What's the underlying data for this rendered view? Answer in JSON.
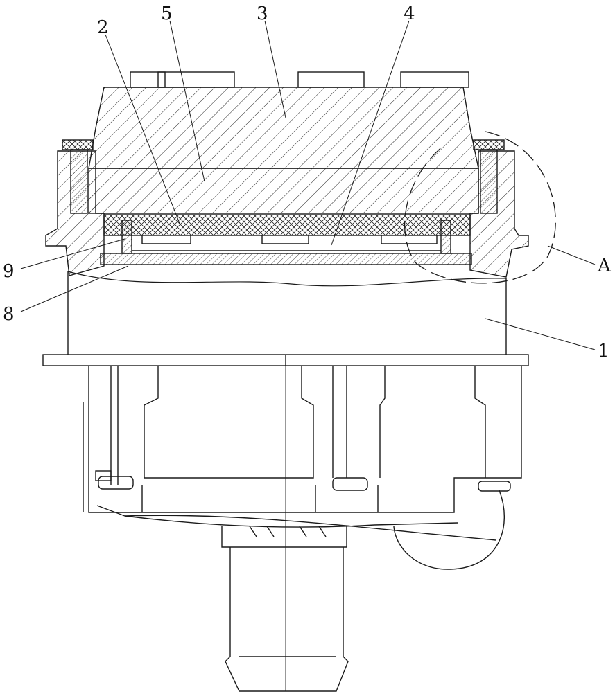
{
  "drawing": {
    "labels": {
      "part_1": "1",
      "part_2": "2",
      "part_3": "3",
      "part_4": "4",
      "part_5": "5",
      "part_8": "8",
      "part_9": "9",
      "detail_a": "A"
    },
    "colors": {
      "line": "#1a1a1a",
      "background": "#ffffff"
    }
  }
}
